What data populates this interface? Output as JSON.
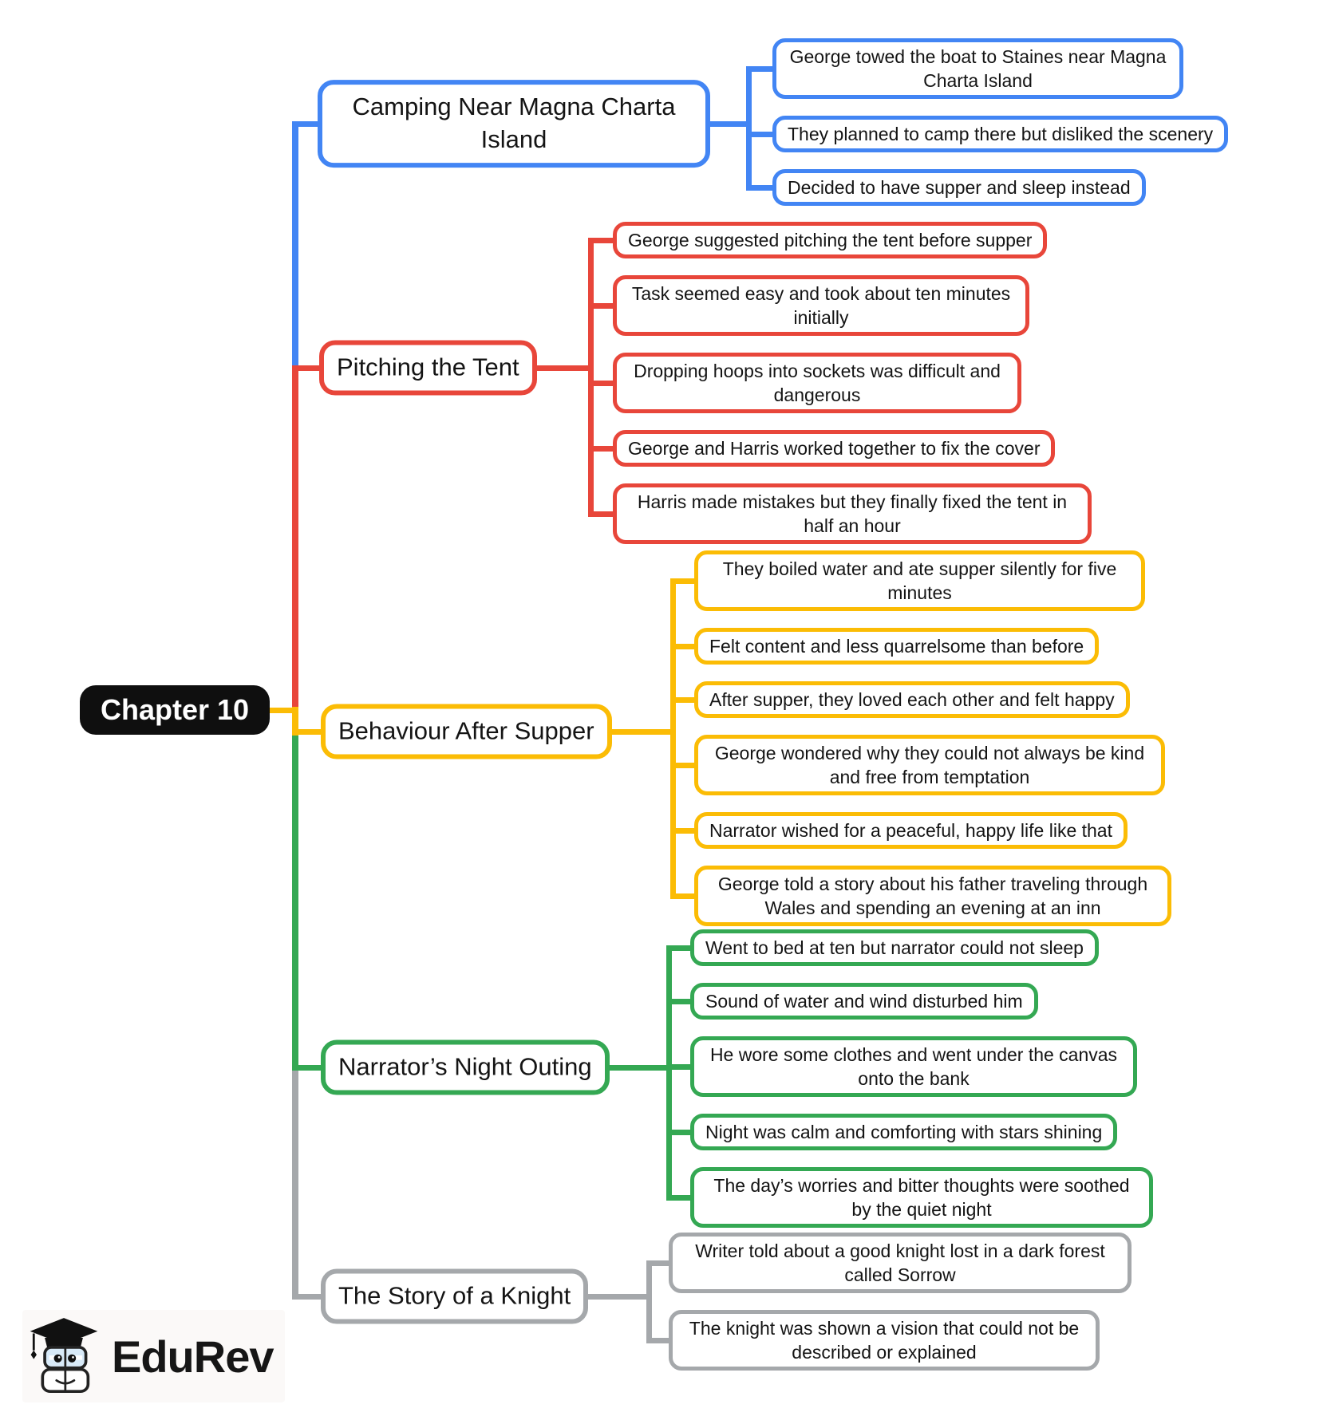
{
  "root": {
    "label": "Chapter 10"
  },
  "logo": {
    "brand": "EduRev"
  },
  "colors": {
    "background": "#ffffff",
    "root_bg": "#0f0f0f",
    "root_text": "#ffffff",
    "text": "#141414"
  },
  "branches": [
    {
      "label": "Camping Near Magna Charta Island",
      "color": "#4285F4",
      "children": [
        "George towed the boat to Staines near Magna Charta Island",
        "They planned to camp there but disliked the scenery",
        "Decided to have supper and sleep instead"
      ]
    },
    {
      "label": "Pitching the Tent",
      "color": "#E8463A",
      "children": [
        "George suggested pitching the tent before supper",
        "Task seemed easy and took about ten minutes initially",
        "Dropping hoops into sockets was difficult and dangerous",
        "George and Harris worked together to fix the cover",
        "Harris made mistakes but they finally fixed the tent in half an hour"
      ]
    },
    {
      "label": "Behaviour After Supper",
      "color": "#FBBC05",
      "children": [
        "They boiled water and ate supper silently for five minutes",
        "Felt content and less quarrelsome than before",
        "After supper, they loved each other and felt happy",
        "George wondered why they could not always be kind and free from temptation",
        "Narrator wished for a peaceful, happy life like that",
        "George told a story about his father traveling through Wales and spending an evening at an inn"
      ]
    },
    {
      "label": "Narrator’s Night Outing",
      "color": "#34A853",
      "children": [
        "Went to bed at ten but narrator could not sleep",
        "Sound of water and wind disturbed him",
        "He wore some clothes and went under the canvas onto the bank",
        "Night was calm and comforting with stars shining",
        "The day’s worries and bitter thoughts were soothed by the quiet night"
      ]
    },
    {
      "label": "The Story of a Knight",
      "color": "#A5A8AB",
      "children": [
        "Writer told about a good knight lost in a dark forest called Sorrow",
        "The knight was shown a vision that could not be described or explained"
      ]
    }
  ]
}
